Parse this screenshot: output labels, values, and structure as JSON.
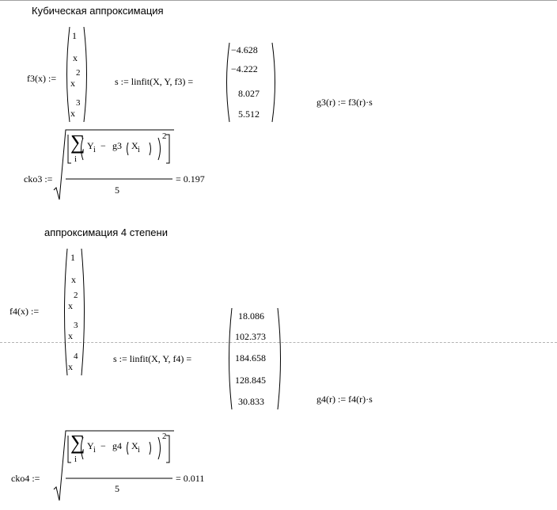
{
  "section1": {
    "heading": "Кубическая аппроксимация",
    "f3_def": "f3(x) :=",
    "f3_vec": [
      "1",
      "x",
      "x",
      "x"
    ],
    "f3_exp": [
      "",
      "",
      "2",
      "3"
    ],
    "s_expr": "s := linfit(X, Y, f3) =",
    "s_values": [
      "−4.628",
      "−4.222",
      "8.027",
      "5.512"
    ],
    "g3_def": "g3(r) := f3(r)·s",
    "cko_label": "cko3 :=",
    "cko_result": "= 0.197",
    "cko_num": {
      "sum": "∑",
      "idx": "i",
      "Y": "Y",
      "minus": "−",
      "g": "g3",
      "X": "X",
      "sub": "i",
      "pow": "2"
    },
    "cko_den": "5"
  },
  "section2": {
    "heading": "аппроксимация 4 степени",
    "f4_def": "f4(x) :=",
    "f4_vec": [
      "1",
      "x",
      "x",
      "x",
      "x"
    ],
    "f4_exp": [
      "",
      "",
      "2",
      "3",
      "4"
    ],
    "s_expr": "s := linfit(X, Y, f4) =",
    "s_values": [
      "18.086",
      "102.373",
      "184.658",
      "128.845",
      "30.833"
    ],
    "g4_def": "g4(r) := f4(r)·s",
    "cko_label": "cko4 :=",
    "cko_result": "= 0.011",
    "cko_num": {
      "sum": "∑",
      "idx": "i",
      "Y": "Y",
      "minus": "−",
      "g": "g4",
      "X": "X",
      "sub": "i",
      "pow": "2"
    },
    "cko_den": "5"
  }
}
